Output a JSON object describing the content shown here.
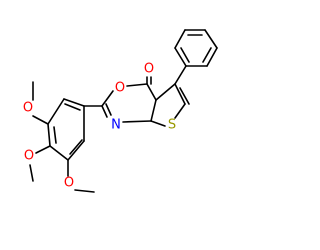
{
  "molecule": {
    "atom_labels": {
      "carbonyl_oxygen": "O",
      "ring_oxygen": "O",
      "ring_nitrogen": "N",
      "thiophene_sulfur": "S",
      "methoxy_top_oxygen": "O",
      "methoxy_middle_oxygen": "O",
      "methoxy_bottom_oxygen": "O"
    },
    "colors": {
      "bond": "#000000",
      "oxygen": "#ff0000",
      "nitrogen": "#0000ff",
      "sulfur": "#999900",
      "background": "#ffffff"
    }
  }
}
